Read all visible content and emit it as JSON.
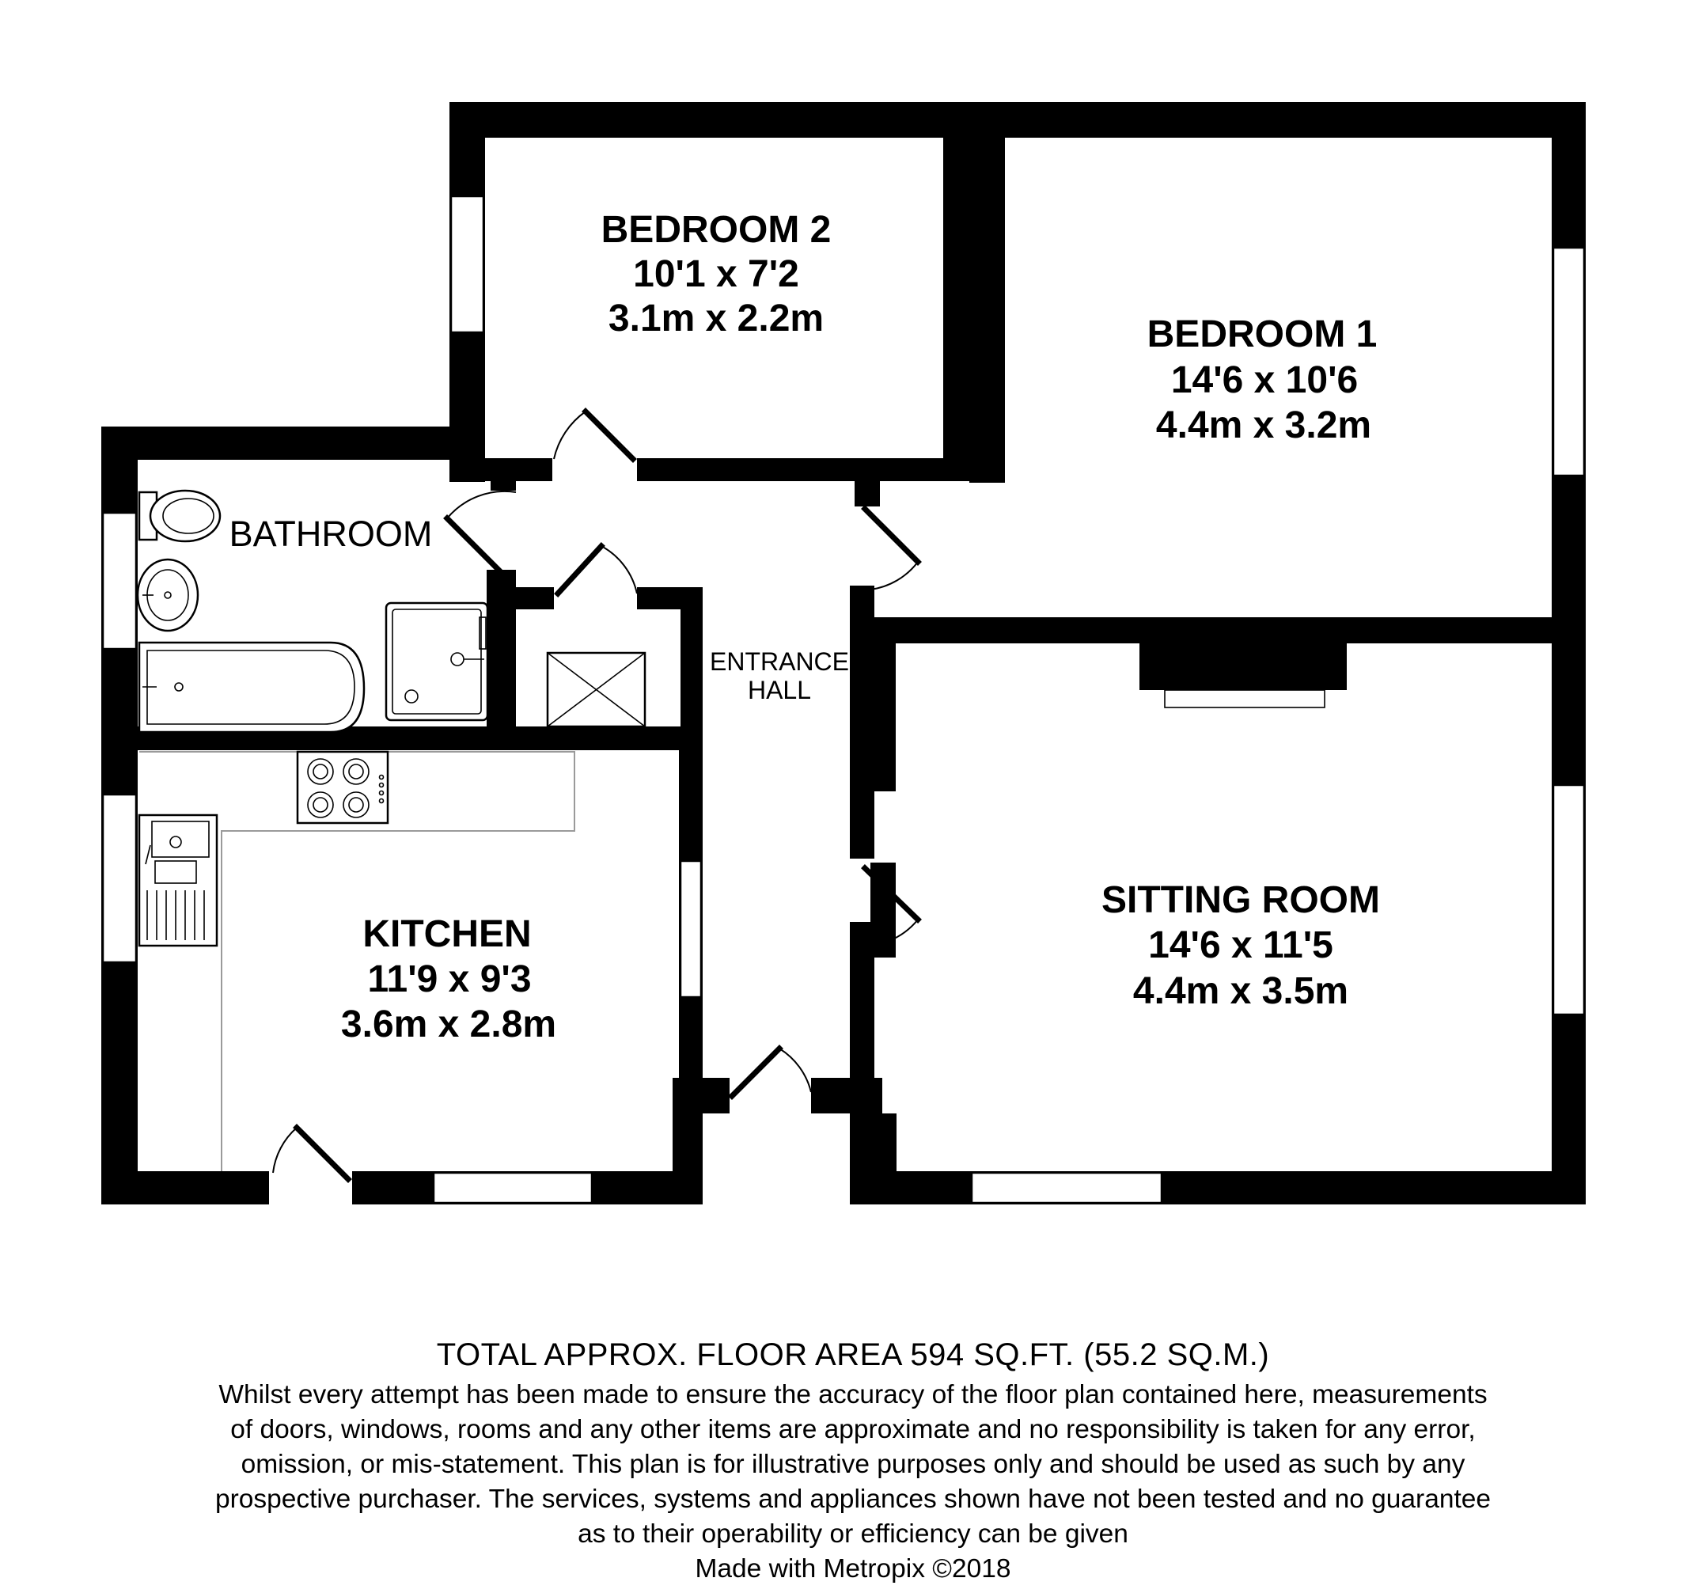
{
  "rooms": {
    "bedroom2": {
      "name": "BEDROOM 2",
      "imperial": "10'1 x 7'2",
      "metric": "3.1m x 2.2m"
    },
    "bedroom1": {
      "name": "BEDROOM 1",
      "imperial": "14'6 x 10'6",
      "metric": "4.4m x 3.2m"
    },
    "bathroom": {
      "name": "BATHROOM"
    },
    "entrance_hall": {
      "line1": "ENTRANCE",
      "line2": "HALL"
    },
    "kitchen": {
      "name": "KITCHEN",
      "imperial": "11'9 x 9'3",
      "metric": "3.6m x 2.8m"
    },
    "sitting_room": {
      "name": "SITTING ROOM",
      "imperial": "14'6 x 11'5",
      "metric": "4.4m x 3.5m"
    }
  },
  "footer": {
    "total_area": "TOTAL APPROX. FLOOR AREA 594 SQ.FT. (55.2 SQ.M.)",
    "disclaimer_lines": [
      "Whilst every attempt has been made to ensure the accuracy of the floor plan contained here, measurements",
      "of doors, windows, rooms and any other items are approximate and no responsibility is taken for any error,",
      "omission, or mis-statement. This plan is for illustrative purposes only and should be used as such by any",
      "prospective purchaser. The services, systems and appliances shown have not been tested and no guarantee",
      "as to their operability or efficiency can be given"
    ],
    "credit": "Made with Metropix ©2018"
  },
  "colors": {
    "wall": "#000000",
    "background": "#ffffff",
    "counter": "#9a9a9a"
  }
}
